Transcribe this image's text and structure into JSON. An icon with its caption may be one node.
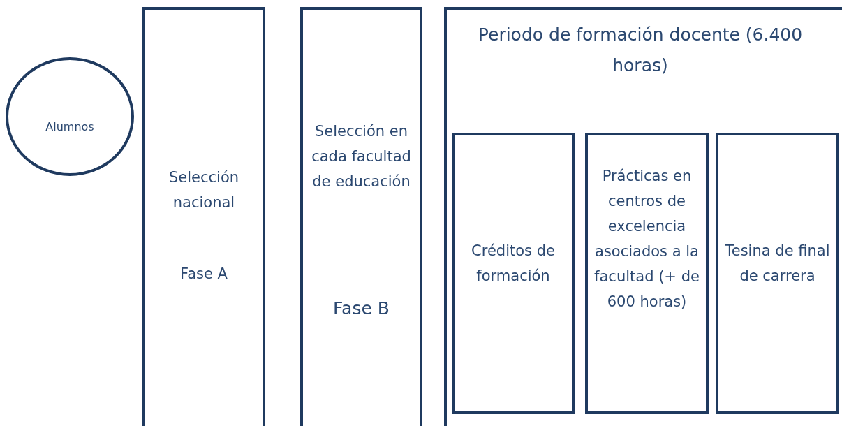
{
  "diagram": {
    "nodes": [
      {
        "text": [
          "Alumnos"
        ]
      },
      {
        "text": [
          "Selección nacional",
          "Fase A"
        ]
      },
      {
        "text": [
          "Selección en cada facultad de educación",
          "Fase B"
        ]
      },
      {
        "text": [
          "Periodo de formación docente (6.400 horas)"
        ]
      },
      {
        "text": [
          "Créditos de formación"
        ],
        "in": 3
      },
      {
        "text": [
          "Prácticas en centros de excelencia asociados a la facultad (+ de 600 horas)"
        ],
        "in": 3
      },
      {
        "text": [
          "Tesina de final de carrera"
        ],
        "in": 3
      }
    ]
  }
}
